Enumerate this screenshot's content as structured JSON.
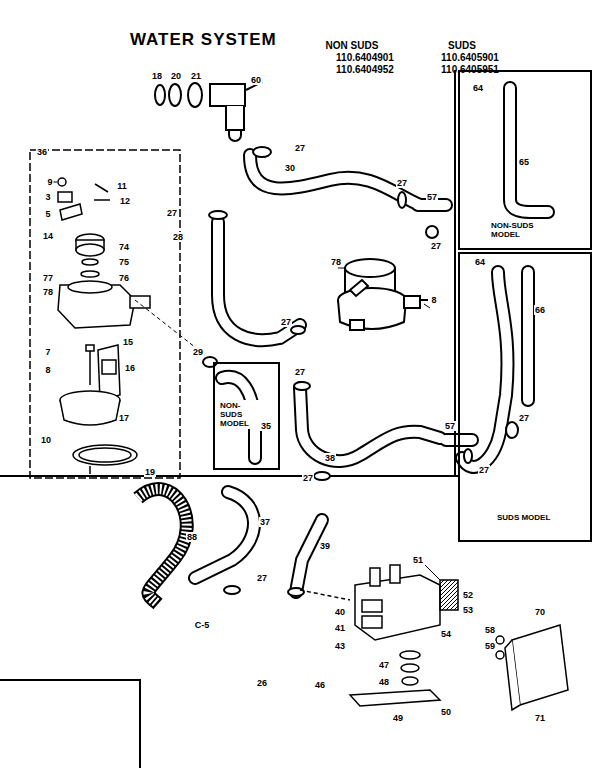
{
  "diagram": {
    "title": "WATER SYSTEM",
    "nodes": [
      {
        "text": [
          "NON- SUDS MODEL"
        ]
      },
      {
        "text": [
          "NON-SUDS MODEL"
        ]
      },
      {
        "text": [
          "SUDS MODEL"
        ]
      }
    ],
    "labels": [
      "NON SUDS",
      "110.6404901",
      "110.6404952",
      "SUDS",
      "110.6405901",
      "110.6405951",
      "18",
      "20",
      "21",
      "60",
      "27",
      "30",
      "27",
      "28",
      "27",
      "57",
      "27",
      "78",
      "8",
      "27",
      "29",
      "27",
      "35",
      "38",
      "27",
      "37",
      "88",
      "39",
      "27",
      "C-5",
      "36",
      "9",
      "11",
      "3",
      "12",
      "5",
      "14",
      "74",
      "75",
      "77",
      "76",
      "78",
      "7",
      "8",
      "15",
      "16",
      "17",
      "10",
      "19",
      "64",
      "65",
      "64",
      "66",
      "27",
      "57",
      "27",
      "26",
      "51",
      "52",
      "53",
      "54",
      "40",
      "41",
      "43",
      "46",
      "47",
      "48",
      "49",
      "50",
      "58",
      "59",
      "70",
      "71"
    ]
  }
}
